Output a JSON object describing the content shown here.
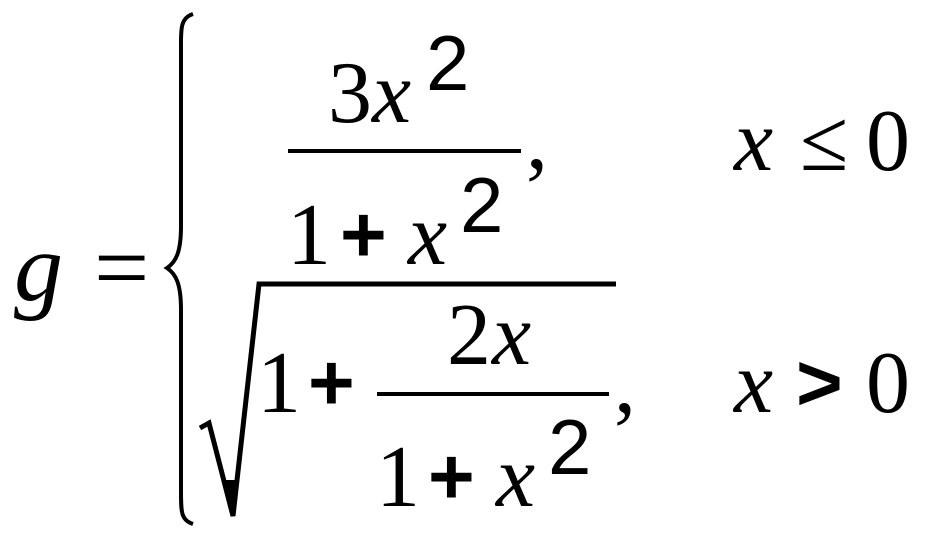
{
  "formula": {
    "lhs_symbol": "g",
    "equals": "=",
    "case1": {
      "numerator_coeff": "3",
      "numerator_var": "x",
      "numerator_exp": "2",
      "denominator_one": "1",
      "plus": "+",
      "denominator_var": "x",
      "denominator_exp": "2",
      "comma": ",",
      "condition_var": "x",
      "condition_op": "≤",
      "condition_value": "0"
    },
    "case2": {
      "one": "1",
      "plus": "+",
      "numerator_coeff": "2",
      "numerator_var": "x",
      "denominator_one": "1",
      "denominator_plus": "+",
      "denominator_var": "x",
      "denominator_exp": "2",
      "comma": ",",
      "condition_var": "x",
      "condition_op": ">",
      "condition_value": "0"
    }
  }
}
